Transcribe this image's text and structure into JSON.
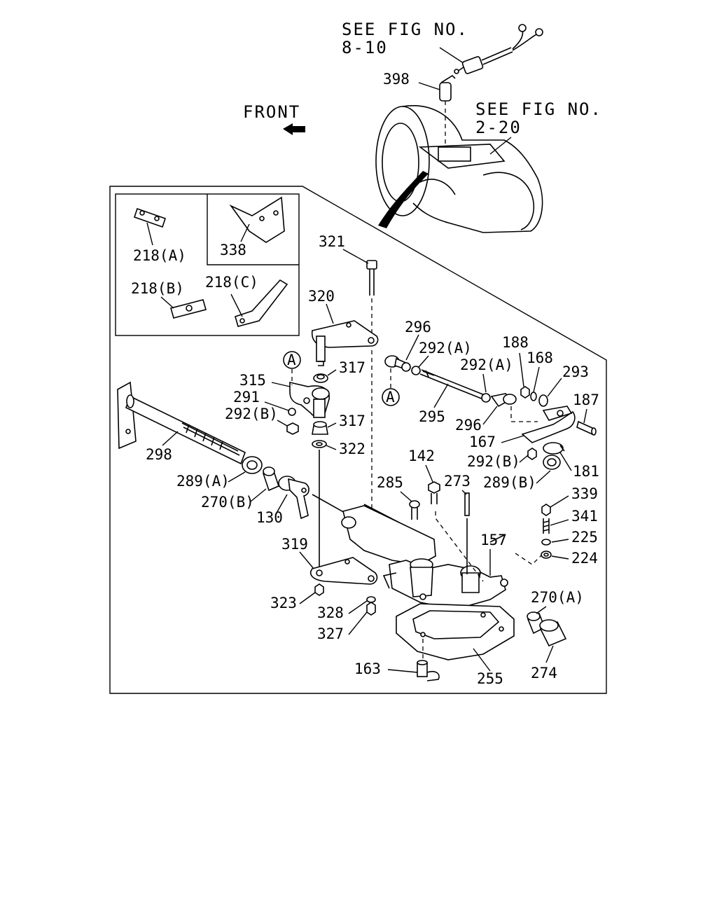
{
  "references": {
    "ref1_line1": "SEE FIG NO.",
    "ref1_line2": "8-10",
    "ref2_line1": "SEE FIG NO.",
    "ref2_line2": "2-20",
    "front": "FRONT"
  },
  "inset": {
    "p218a": "218(A)",
    "p338": "338",
    "p218b": "218(B)",
    "p218c": "218(C)"
  },
  "callouts": {
    "c398": "398",
    "c321": "321",
    "c320": "320",
    "c296a": "296",
    "c292a1": "292(A)",
    "c188": "188",
    "c168": "168",
    "c292a2": "292(A)",
    "c293": "293",
    "c187": "187",
    "c315": "315",
    "c317a": "317",
    "c291": "291",
    "c292b1": "292(B)",
    "c317b": "317",
    "c322": "322",
    "c295": "295",
    "c296b": "296",
    "c167": "167",
    "c292b2": "292(B)",
    "c181": "181",
    "c298": "298",
    "c142": "142",
    "c285": "285",
    "c273": "273",
    "c289b": "289(B)",
    "c339": "339",
    "c289a": "289(A)",
    "c341": "341",
    "c270b": "270(B)",
    "c130": "130",
    "c225": "225",
    "c157": "157",
    "c224": "224",
    "c319": "319",
    "c270a": "270(A)",
    "c323": "323",
    "c328": "328",
    "c327": "327",
    "c163": "163",
    "c255": "255",
    "c274": "274",
    "markA1": "A",
    "markA2": "A"
  }
}
